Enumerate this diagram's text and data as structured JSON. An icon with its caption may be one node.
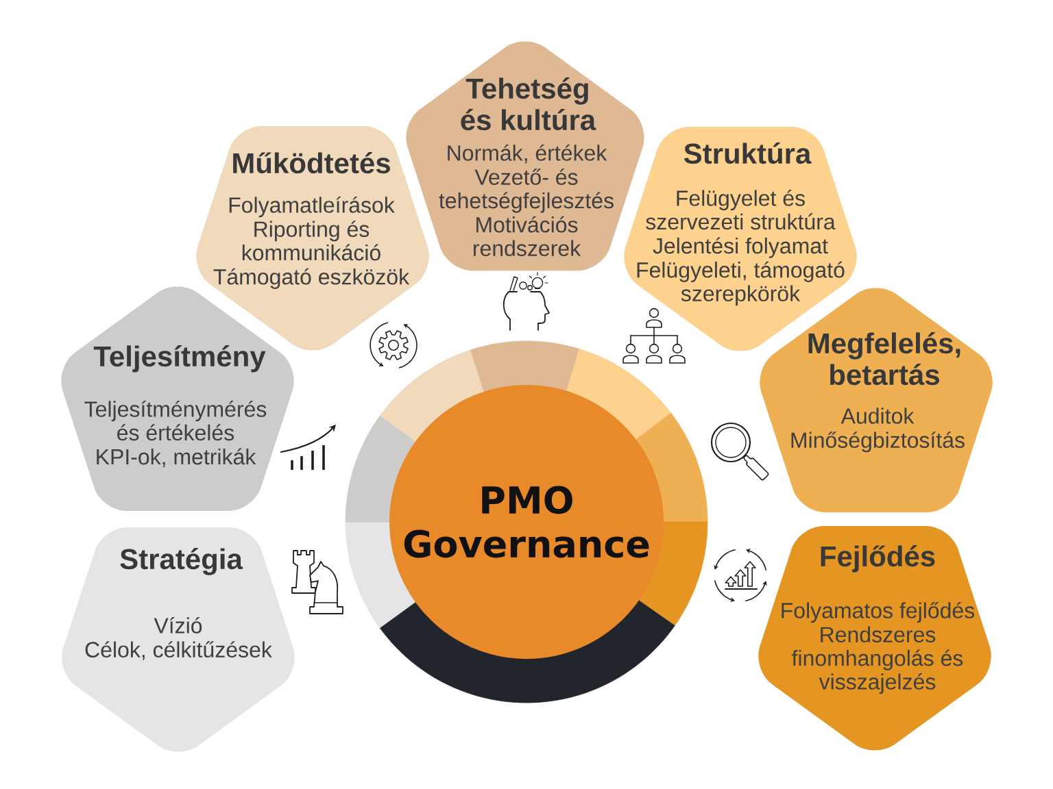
{
  "diagram": {
    "nodes": [
      {
        "text": [
          "PMO Governance"
        ]
      },
      {
        "text": [
          "Stratégia",
          "Vízió",
          "Célok, célkitűzések"
        ]
      },
      {
        "text": [
          "Teljesítmény",
          "Teljesítménymérés és értékelés",
          "KPI-ok, metrikák"
        ]
      },
      {
        "text": [
          "Működtetés",
          "Folyamatleírások",
          "Riporting és kommunikáció",
          "Támogató eszközök"
        ]
      },
      {
        "text": [
          "Tehetség és kultúra",
          "Normák, értékek",
          "Vezető- és tehetségfejlesztés",
          "Motivációs rendszerek"
        ]
      },
      {
        "text": [
          "Struktúra",
          "Felügyelet és szervezeti struktúra",
          "Jelentési folyamat",
          "Felügyeleti, támogató szerepkörök"
        ]
      },
      {
        "text": [
          "Megfelelés, betartás",
          "Auditok",
          "Minőségbiztosítás"
        ]
      },
      {
        "text": [
          "Fejlődés",
          "Folyamatos fejlődés",
          "Rendszeres finomhangolás és visszajelzés"
        ]
      }
    ]
  }
}
